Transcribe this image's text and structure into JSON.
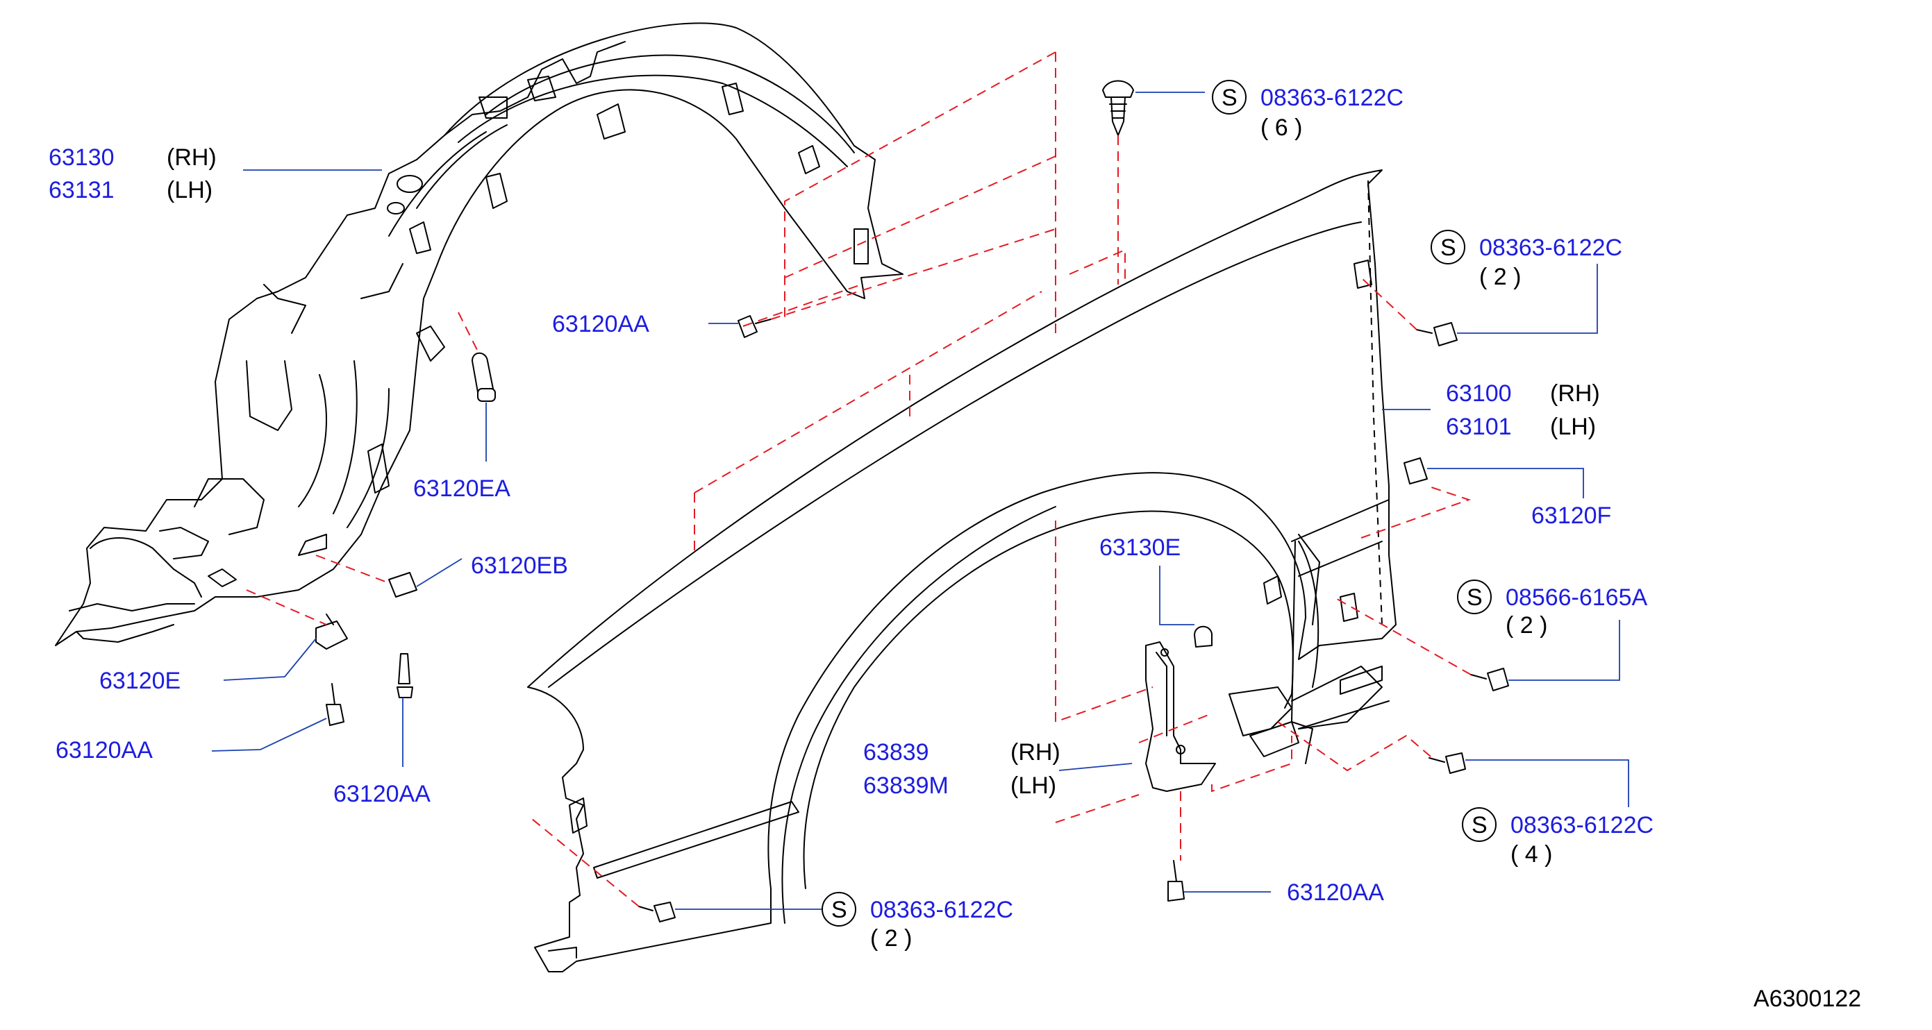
{
  "diagram_code": "A6300122",
  "fastener_symbol": "S",
  "colors": {
    "part_number": "#1c1ce0",
    "leader_line": "#1a3fb0",
    "fit_line": "#e41b23",
    "outline": "#000000"
  },
  "labels": {
    "p63130": "63130",
    "p63130_side": "(RH)",
    "p63131": "63131",
    "p63131_side": "(LH)",
    "p63120AA_top": "63120AA",
    "p63120EA": "63120EA",
    "p63120EB": "63120EB",
    "p63120E": "63120E",
    "p63120AA_left": "63120AA",
    "p63120AA_bottom": "63120AA",
    "p63100": "63100",
    "p63100_side": "(RH)",
    "p63101": "63101",
    "p63101_side": "(LH)",
    "p63120F": "63120F",
    "p63130E": "63130E",
    "p63839": "63839",
    "p63839_side": "(RH)",
    "p63839M": "63839M",
    "p63839M_side": "(LH)",
    "p63120AA_right": "63120AA",
    "s_top": "08363-6122C",
    "s_top_qty": "(  6  )",
    "s_upper_right": "08363-6122C",
    "s_upper_right_qty": "(  2  )",
    "s_mid_right": "08566-6165A",
    "s_mid_right_qty": "(  2  )",
    "s_lower_right": "08363-6122C",
    "s_lower_right_qty": "(  4  )",
    "s_bottom": "08363-6122C",
    "s_bottom_qty": "(  2  )"
  }
}
